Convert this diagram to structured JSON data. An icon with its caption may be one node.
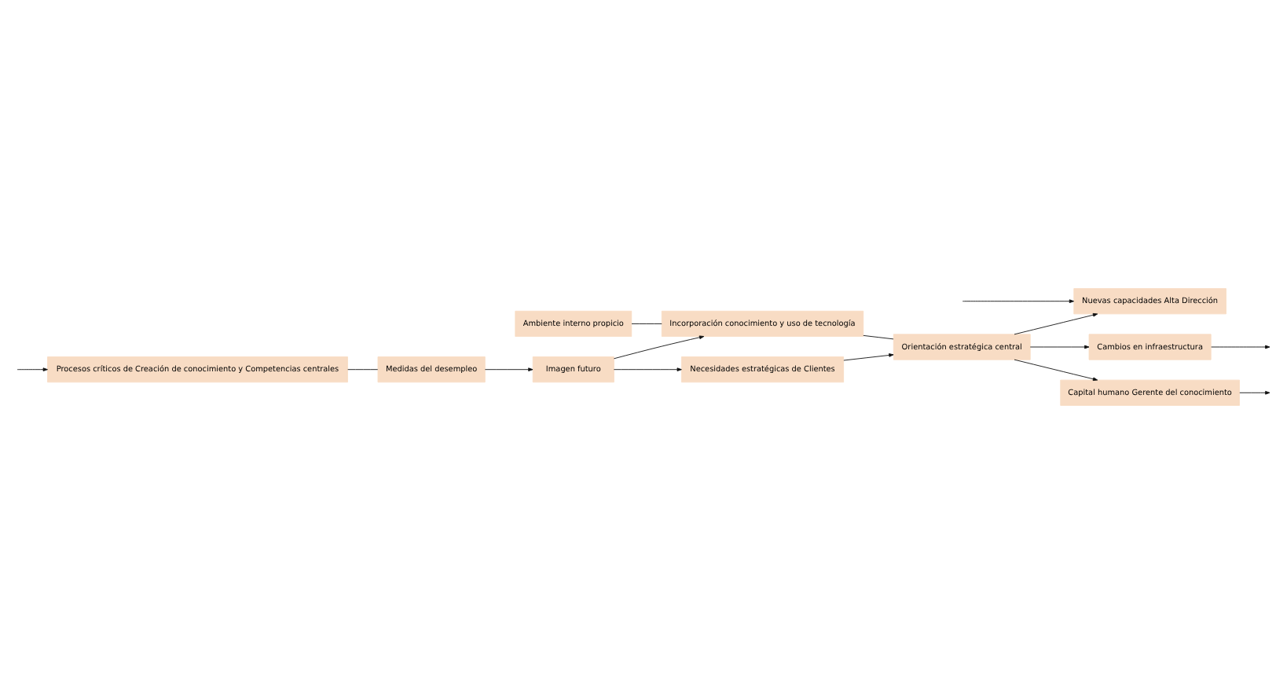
{
  "diagram": {
    "nodes": [
      {
        "text": [
          "Ambiente interno propicio"
        ]
      },
      {
        "text": [
          "Incorporación conocimiento y uso de tecnología"
        ]
      },
      {
        "text": [
          "Orientación estratégica central"
        ]
      },
      {
        "text": [
          "Nuevas capacidades Alta Dirección"
        ]
      },
      {
        "text": [
          "Imagen futuro"
        ]
      },
      {
        "text": [
          "Cambios en infraestructura"
        ]
      },
      {
        "text": [
          "Necesidades estratégicas de Clientes"
        ]
      },
      {
        "text": [
          "Capital humano Gerente del conocimiento"
        ]
      },
      {
        "text": [
          "Medidas del desempleo"
        ]
      },
      {
        "text": [
          "Procesos críticos de Creación de conocimiento y Competencias centrales"
        ]
      }
    ],
    "edges": [
      {
        "from": 0,
        "to": 1,
        "arrow": "none"
      },
      {
        "from": 1,
        "to": 2,
        "arrow": "none"
      },
      {
        "from": 4,
        "to": 1,
        "arrow": "to"
      },
      {
        "from": 4,
        "to": 6,
        "arrow": "to"
      },
      {
        "from": 6,
        "to": 2,
        "arrow": "to"
      },
      {
        "from": 2,
        "to": 3,
        "arrow": "to"
      },
      {
        "from": 2,
        "to": 5,
        "arrow": "to"
      },
      {
        "from": 2,
        "to": 7,
        "arrow": "to"
      },
      {
        "from": null,
        "to": 3,
        "arrow": "to"
      },
      {
        "from": 5,
        "to": null,
        "arrow": "to"
      },
      {
        "from": 7,
        "to": null,
        "arrow": "to"
      },
      {
        "from": null,
        "to": 9,
        "arrow": "to"
      },
      {
        "from": 9,
        "to": 8,
        "arrow": "none"
      },
      {
        "from": 8,
        "to": 4,
        "arrow": "to"
      }
    ]
  }
}
